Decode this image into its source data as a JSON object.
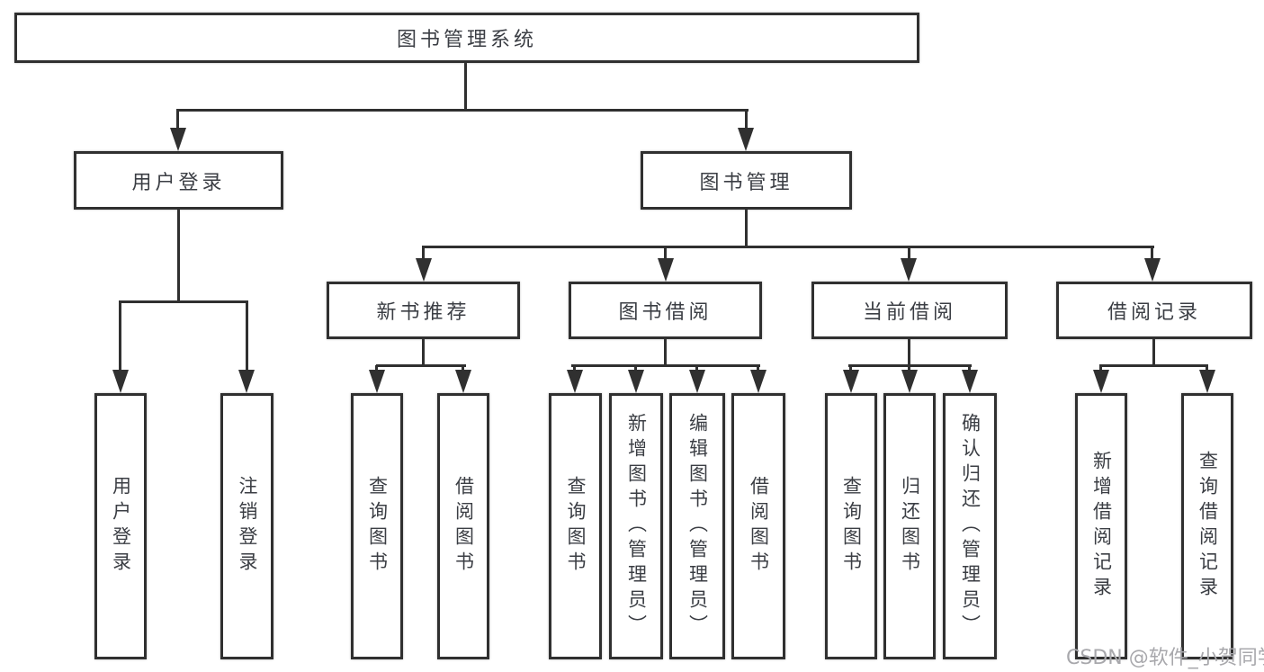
{
  "diagram_title": "图书管理系统",
  "colors": {
    "line": "#303030",
    "box_border": "#303030",
    "box_fill": "#ffffff",
    "text": "#3b3e44",
    "watermark": "#a8a8ac",
    "background": "#ffffff"
  },
  "tree": {
    "root": {
      "label": "图书管理系统"
    },
    "branches": [
      {
        "label": "用户登录",
        "children": [
          {
            "label": "用户登录"
          },
          {
            "label": "注销登录"
          }
        ]
      },
      {
        "label": "图书管理",
        "children": [
          {
            "label": "新书推荐",
            "children": [
              {
                "label": "查询图书"
              },
              {
                "label": "借阅图书"
              }
            ]
          },
          {
            "label": "图书借阅",
            "children": [
              {
                "label": "查询图书"
              },
              {
                "label": "新增图书（管理员）"
              },
              {
                "label": "编辑图书（管理员）"
              },
              {
                "label": "借阅图书"
              }
            ]
          },
          {
            "label": "当前借阅",
            "children": [
              {
                "label": "查询图书"
              },
              {
                "label": "归还图书"
              },
              {
                "label": "确认归还（管理员）"
              }
            ]
          },
          {
            "label": "借阅记录",
            "children": [
              {
                "label": "新增借阅记录"
              },
              {
                "label": "查询借阅记录"
              }
            ]
          }
        ]
      }
    ]
  },
  "watermark": {
    "text": "CSDN @软件_小贺同学"
  }
}
